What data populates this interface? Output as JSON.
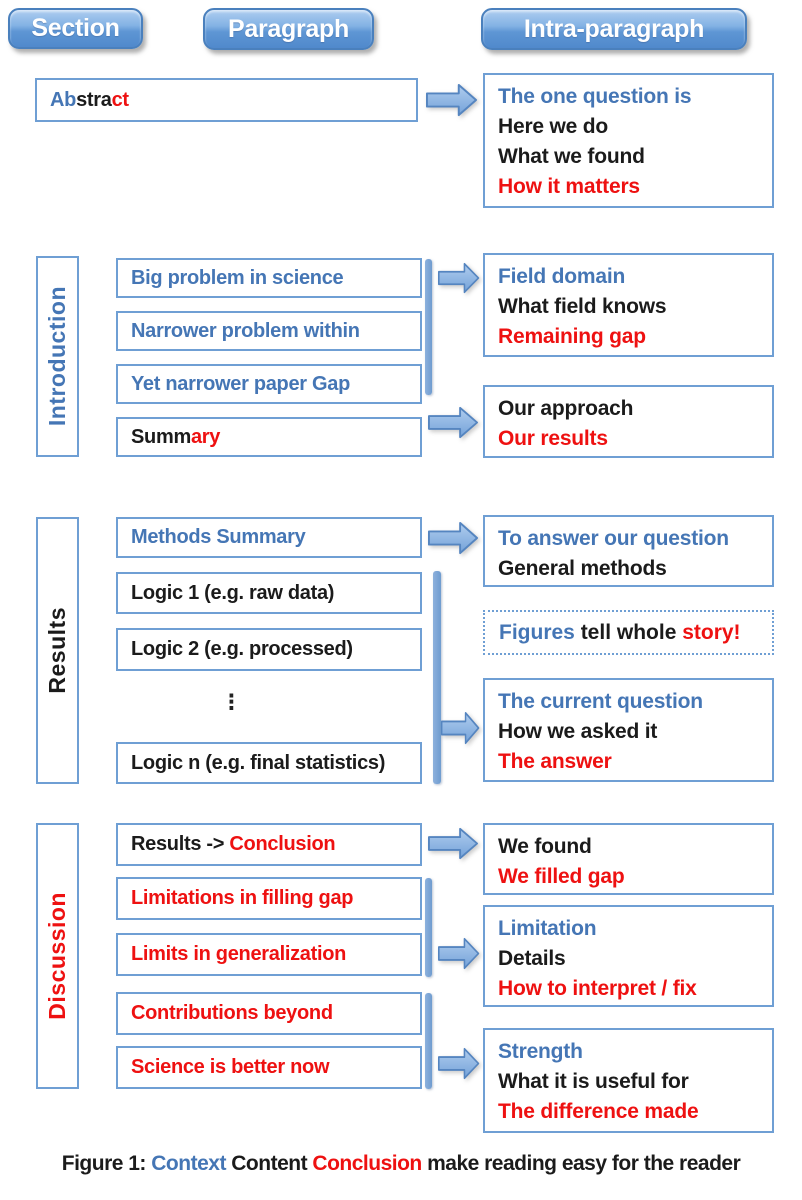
{
  "palette": {
    "blue": "#4576b5",
    "red": "#ee1111",
    "black": "#1b1b1b",
    "box_border": "#6f9fd4",
    "arrow_fill": "#8fb4e0",
    "arrow_stroke": "#5585c0"
  },
  "header": {
    "section": "Section",
    "paragraph": "Paragraph",
    "intra": "Intra-paragraph"
  },
  "abstract": {
    "label": [
      [
        "Ab",
        "blue"
      ],
      [
        "stra",
        "black"
      ],
      [
        "ct",
        "red"
      ]
    ],
    "intra": {
      "line1": [
        [
          "The one question is",
          "blue"
        ]
      ],
      "line2": [
        [
          "Here we do",
          "black"
        ]
      ],
      "line3": [
        [
          "What we found",
          "black"
        ]
      ],
      "line4": [
        [
          "How it matters",
          "red"
        ]
      ]
    }
  },
  "introduction": {
    "label": "Introduction",
    "p1": [
      [
        "Big problem in science",
        "blue"
      ]
    ],
    "p2": [
      [
        "Narrower problem within",
        "blue"
      ]
    ],
    "p3": [
      [
        "Yet narrower paper Gap",
        "blue"
      ]
    ],
    "p4": [
      [
        "Summ",
        "black"
      ],
      [
        "ary",
        "red"
      ]
    ],
    "intra_field": {
      "line1": [
        [
          "Field domain",
          "blue"
        ]
      ],
      "line2": [
        [
          "What field knows",
          "black"
        ]
      ],
      "line3": [
        [
          "Remaining gap",
          "red"
        ]
      ]
    },
    "intra_approach": {
      "line1": [
        [
          "Our approach",
          "black"
        ]
      ],
      "line2": [
        [
          "Our results",
          "red"
        ]
      ]
    }
  },
  "results": {
    "label": "Results",
    "p1": [
      [
        "Methods Summary",
        "blue"
      ]
    ],
    "p2": [
      [
        "Logic 1 (e.g. raw data)",
        "black"
      ]
    ],
    "p3": [
      [
        "Logic 2 (e.g. processed)",
        "black"
      ]
    ],
    "ellipsis": "⋮",
    "p4": [
      [
        "Logic n (e.g. final statistics)",
        "black"
      ]
    ],
    "intra_methods": {
      "line1": [
        [
          "To answer our question",
          "blue"
        ]
      ],
      "line2": [
        [
          "General methods",
          "black"
        ]
      ]
    },
    "figures_note": [
      [
        "Figures ",
        "blue"
      ],
      [
        "tell whole ",
        "black"
      ],
      [
        "story!",
        "red"
      ]
    ],
    "intra_question": {
      "line1": [
        [
          "The current question",
          "blue"
        ]
      ],
      "line2": [
        [
          "How we asked it",
          "black"
        ]
      ],
      "line3": [
        [
          "The answer",
          "red"
        ]
      ]
    }
  },
  "discussion": {
    "label": "Discussion",
    "p1": [
      [
        "Results -> ",
        "black"
      ],
      [
        "Conclusion",
        "red"
      ]
    ],
    "p2": [
      [
        "Limitations in filling gap",
        "red"
      ]
    ],
    "p3": [
      [
        "Limits in generalization",
        "red"
      ]
    ],
    "p4": [
      [
        "Contributions beyond",
        "red"
      ]
    ],
    "p5": [
      [
        "Science is better now",
        "red"
      ]
    ],
    "intra_found": {
      "line1": [
        [
          "We found",
          "black"
        ]
      ],
      "line2": [
        [
          "We filled gap",
          "red"
        ]
      ]
    },
    "intra_limitation": {
      "line1": [
        [
          "Limitation",
          "blue"
        ]
      ],
      "line2": [
        [
          "Details",
          "black"
        ]
      ],
      "line3": [
        [
          "How to interpret / fix",
          "red"
        ]
      ]
    },
    "intra_strength": {
      "line1": [
        [
          "Strength",
          "blue"
        ]
      ],
      "line2": [
        [
          "What it is useful for",
          "black"
        ]
      ],
      "line3": [
        [
          "The difference made",
          "red"
        ]
      ]
    }
  },
  "caption": [
    [
      "Figure 1: ",
      "black"
    ],
    [
      "Context ",
      "blue"
    ],
    [
      "Content ",
      "black"
    ],
    [
      "Conclusion ",
      "red"
    ],
    [
      "make reading easy for the reader",
      "black"
    ]
  ]
}
